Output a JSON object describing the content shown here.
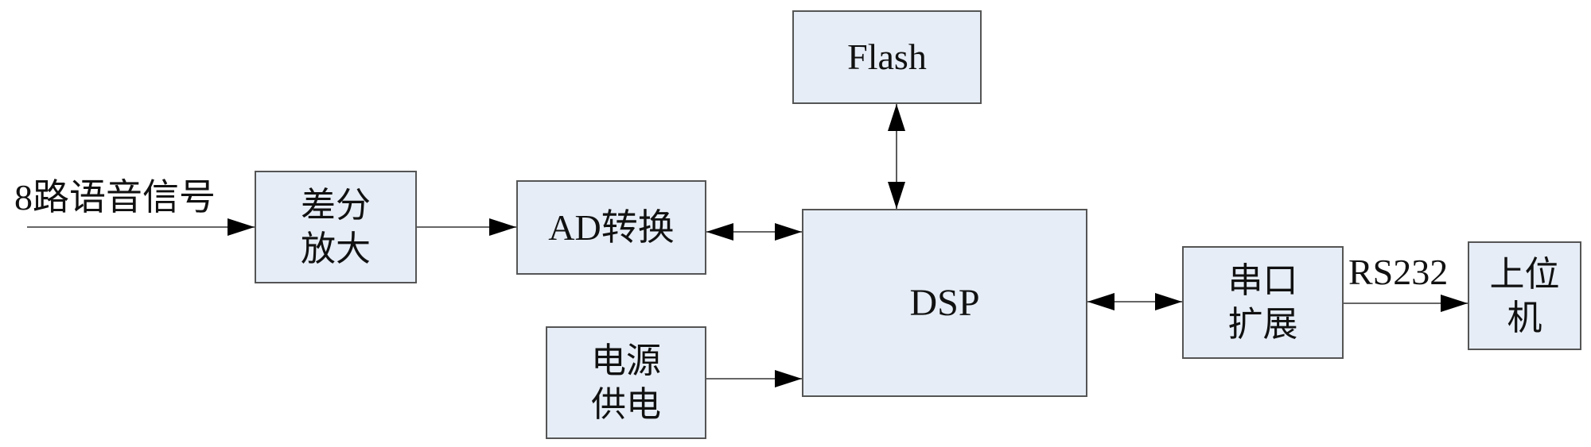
{
  "diagram": {
    "input_label": "8路语音信号",
    "link_label": "RS232",
    "blocks": {
      "flash": [
        "Flash"
      ],
      "diff_amp": [
        "差分",
        "放大"
      ],
      "ad": [
        "AD转换"
      ],
      "dsp": [
        "DSP"
      ],
      "power": [
        "电源",
        "供电"
      ],
      "serial": [
        "串口",
        "扩展"
      ],
      "host": [
        "上位",
        "机"
      ]
    },
    "colors": {
      "block_fill": "#e6edf6",
      "stroke": "#555555",
      "arrow": "#000000"
    },
    "edges": [
      {
        "from": "input",
        "to": "diff_amp",
        "type": "uni"
      },
      {
        "from": "diff_amp",
        "to": "ad",
        "type": "uni"
      },
      {
        "from": "ad",
        "to": "dsp",
        "type": "bi"
      },
      {
        "from": "flash",
        "to": "dsp",
        "type": "bi"
      },
      {
        "from": "power",
        "to": "dsp",
        "type": "uni"
      },
      {
        "from": "dsp",
        "to": "serial",
        "type": "bi"
      },
      {
        "from": "serial",
        "to": "host",
        "type": "uni",
        "label": "RS232"
      }
    ]
  }
}
